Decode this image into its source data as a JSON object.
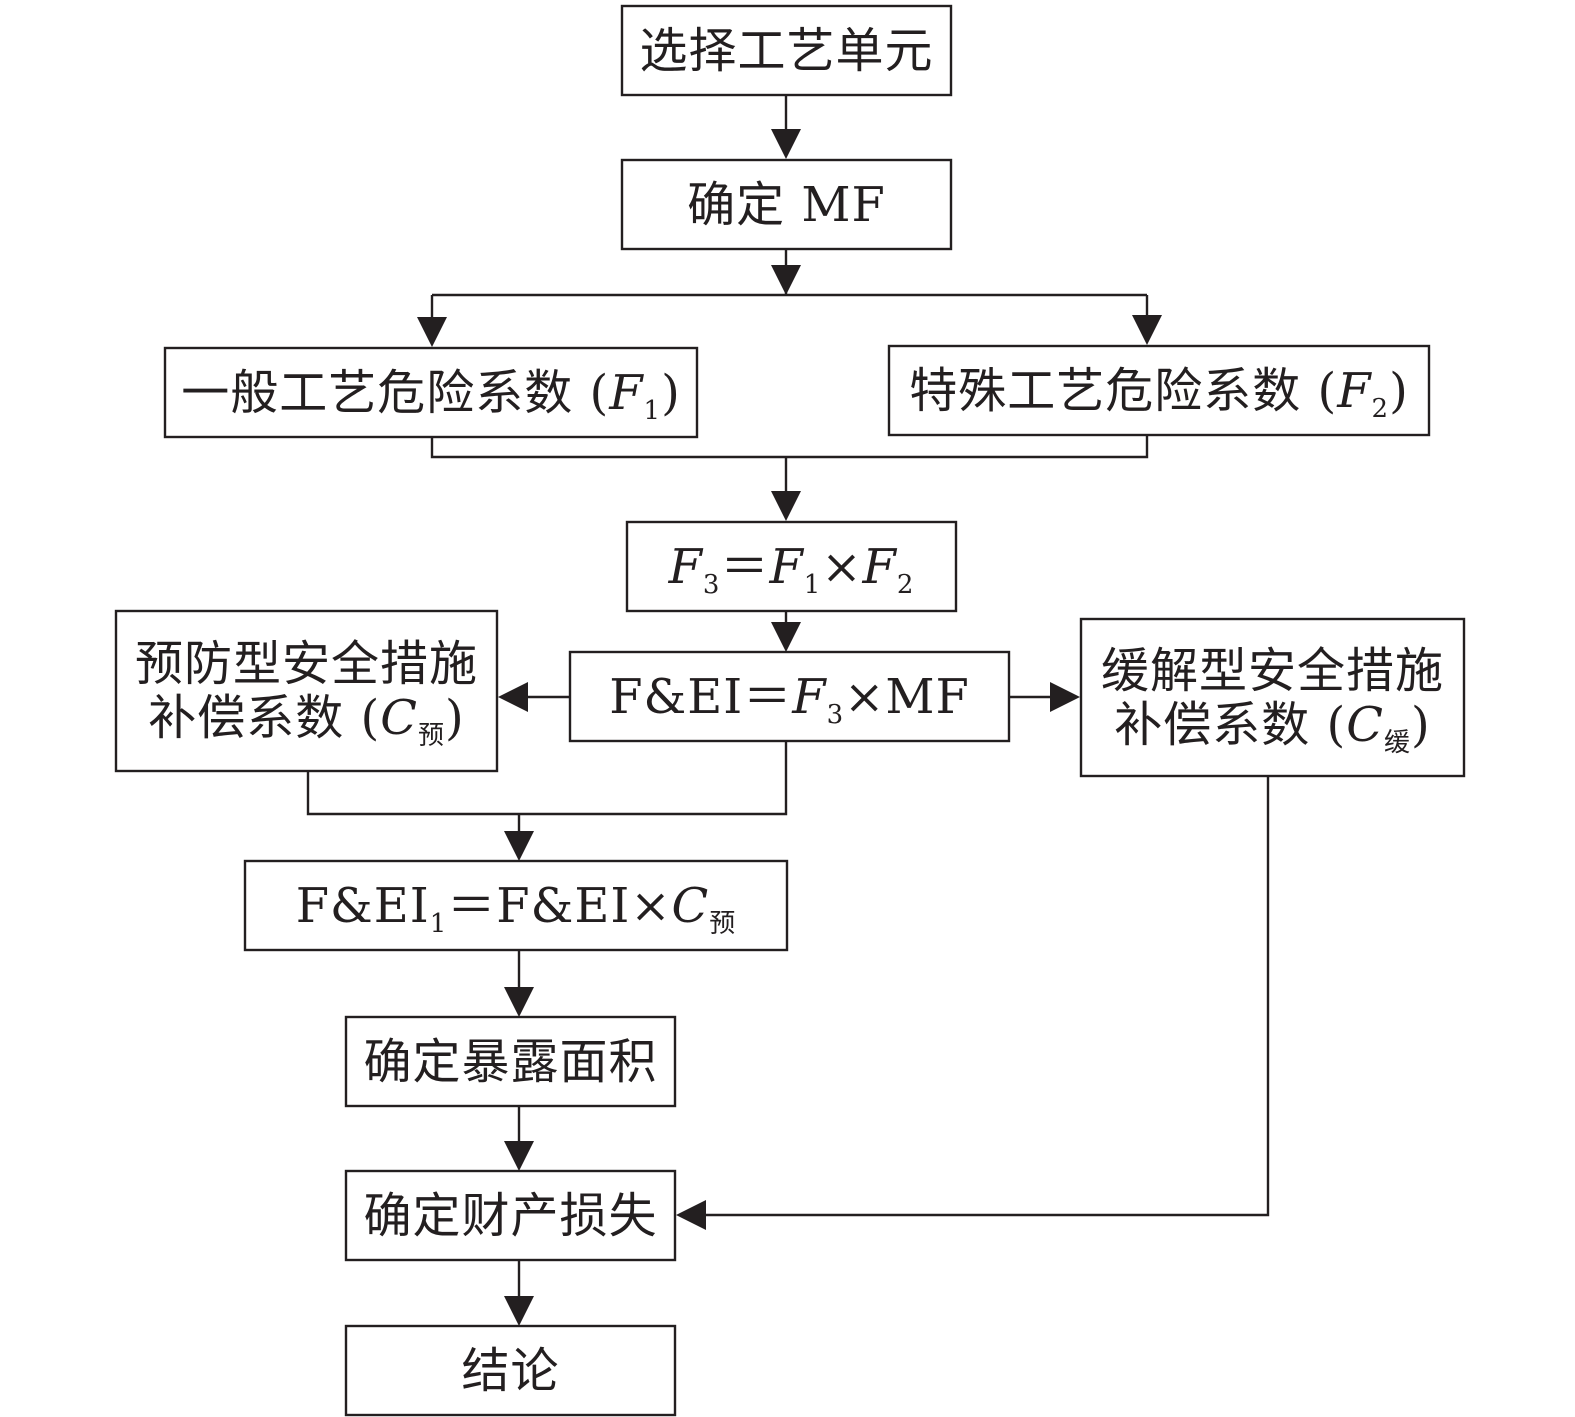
{
  "nodes": {
    "select_unit": "选择工艺单元",
    "determine_mf": "确定 MF",
    "general_factor": {
      "prefix": "一般工艺危险系数 (",
      "var": "F",
      "sub": "1",
      "suffix": ")"
    },
    "special_factor": {
      "prefix": "特殊工艺危险系数 (",
      "var": "F",
      "sub": "2",
      "suffix": ")"
    },
    "f3_formula": {
      "lhs": "F",
      "lhs_sub": "3",
      "eq": "＝",
      "a": "F",
      "a_sub": "1",
      "times": "×",
      "b": "F",
      "b_sub": "2"
    },
    "fei_formula": {
      "lhs": "F&EI",
      "eq": "＝",
      "a": "F",
      "a_sub": "3",
      "times": "×",
      "b": "MF"
    },
    "preventive": {
      "line1": "预防型安全措施",
      "line2_prefix": "补偿系数 (",
      "var": "C",
      "sub": "预",
      "suffix": ")"
    },
    "mitigative": {
      "line1": "缓解型安全措施",
      "line2_prefix": "补偿系数 (",
      "var": "C",
      "sub": "缓",
      "suffix": ")"
    },
    "fei1_formula": {
      "lhs": "F&EI",
      "lhs_sub": "1",
      "eq": "＝",
      "a": "F&EI",
      "times": "×",
      "b": "C",
      "b_sub": "预"
    },
    "exposure_area": "确定暴露面积",
    "property_loss": "确定财产损失",
    "conclusion": "结论"
  }
}
